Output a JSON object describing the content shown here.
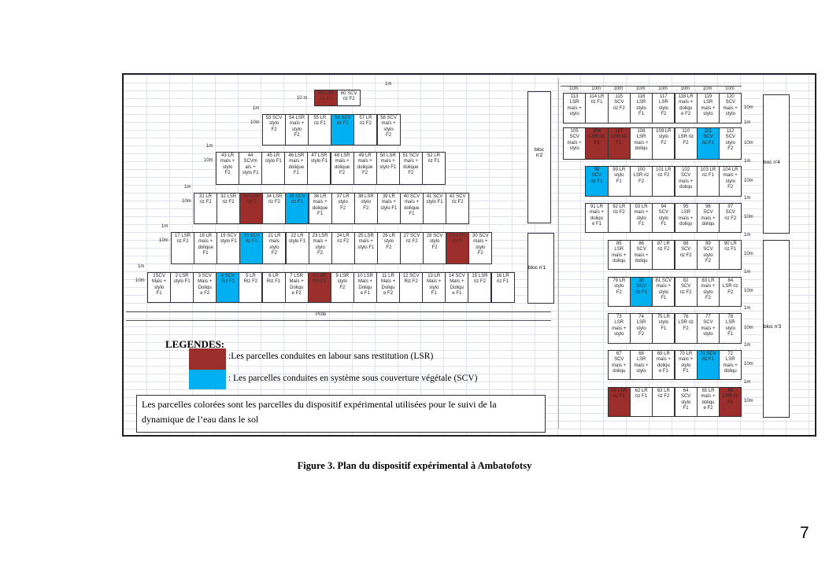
{
  "colors": {
    "lsr": "#9b2d2b",
    "scv": "#00b0f0"
  },
  "left": {
    "rows": [
      {
        "label": "10 m",
        "gap": "1m",
        "cells": [
          [
            "59 LSR\nriz F1",
            "lsr"
          ],
          [
            "60 SCV\nriz F2",
            ""
          ]
        ]
      },
      {
        "label": "10m",
        "gap": "1m",
        "cells": [
          [
            "53 SCV\nstylo\nF2",
            ""
          ],
          [
            "54 LSR\nmaïs +\nstylo\nF2",
            ""
          ],
          [
            "55 LR\nriz F1",
            ""
          ],
          [
            "56 SCV\nriz F1",
            "scv"
          ],
          [
            "57 LR\nriz F2",
            ""
          ],
          [
            "58 SCV\nmaïs +\nstylo\nF2",
            ""
          ]
        ]
      },
      {
        "label": "10m",
        "gap": "1m",
        "cells": [
          [
            "43 LR\nmaïs +\nstylo\nF2",
            ""
          ],
          [
            "44\nSCVm\naïs +\nstylo F1",
            ""
          ],
          [
            "45 LR\nstylo F1",
            ""
          ],
          [
            "46 LSR\nmaïs +\ndolique\nF1",
            ""
          ],
          [
            "47 LSR\nstylo F1",
            ""
          ],
          [
            "48 LSR\nmaïs +\ndolique\nF2",
            ""
          ],
          [
            "49 LR\nmaïs +\ndolique\nF2",
            ""
          ],
          [
            "50 LSR\nmaïs +\nstylo F1",
            ""
          ],
          [
            "51 SCV\nmaïs +\ndolique\nF2",
            ""
          ],
          [
            "52 LR\nriz F1",
            ""
          ]
        ]
      },
      {
        "label": "10m",
        "gap": "1m",
        "cells": [
          [
            "31 LR\nriz F2",
            ""
          ],
          [
            "32 LSR\nriz F2",
            ""
          ],
          [
            "33 LSR\nrizF1",
            "lsr"
          ],
          [
            "34 LSR\nriz F2",
            ""
          ],
          [
            "35 SCV\nriz F1",
            "scv"
          ],
          [
            "36 LR\nmaïs +\ndolique\nF1",
            ""
          ],
          [
            "37 LR\nstylo\nF2",
            ""
          ],
          [
            "38 LSR\nstylo\nF2",
            ""
          ],
          [
            "39 LR\nmaïs +\nstylo F1",
            ""
          ],
          [
            "40 SCV\nmaïs +\ndolique\nF1",
            ""
          ],
          [
            "41 SCV\nstylo F1",
            ""
          ],
          [
            "42 SCV\nriz F2",
            ""
          ]
        ]
      },
      {
        "label": "10m",
        "gap": "1m",
        "cells": [
          [
            "17 LSR\nriz F2",
            ""
          ],
          [
            "18 LR\nmaïs +\ndolique\nF1",
            ""
          ],
          [
            "19 SCV\nstylo F1",
            ""
          ],
          [
            "20 SCV\nriz F1",
            "scv"
          ],
          [
            "21 LR\nmaïs\nstylo\nF2",
            ""
          ],
          [
            "22 LR\nstylo F1",
            ""
          ],
          [
            "23 LSR\nmaïs +\nstylo\nF2",
            ""
          ],
          [
            "24 LR\nriz F2",
            ""
          ],
          [
            "25 LSR\nmaïs +\nstylo F1",
            ""
          ],
          [
            "26 LR\nstylo\nF2",
            ""
          ],
          [
            "27 SCV\nriz F2",
            ""
          ],
          [
            "28 SCV\nstylo\nF2",
            ""
          ],
          [
            "29 LSR\nrizF1",
            "lsr"
          ],
          [
            "30 SCV\nmaïs +\nstylo\nF2",
            ""
          ]
        ]
      },
      {
        "label": "10m",
        "gap": "1m",
        "cells": [
          [
            "1SCV\nMaïs +\nstylo\nF1",
            ""
          ],
          [
            "2 LSR\nstylo F1",
            ""
          ],
          [
            "3 SCV\nMaïs +\nDoliqu\ne F2",
            ""
          ],
          [
            "4 SCV\nRiz F1",
            "scv"
          ],
          [
            "5 LR\nRiz F2",
            ""
          ],
          [
            "6 LR\nRiz F1",
            ""
          ],
          [
            "7 LSR\nMaïs +\nDoliqu\ne F2",
            ""
          ],
          [
            "8 LSR\nRiz F1",
            "lsr"
          ],
          [
            "9 LSR\nstylo\nF2",
            ""
          ],
          [
            "10 LSR\nMaïs +\nDoliqu\ne F1",
            ""
          ],
          [
            "11 LR\nMaïs +\nDoliqu\ne F2",
            ""
          ],
          [
            "12 SCV\nRiz F2",
            ""
          ],
          [
            "13 LR\nMaïs +\nstylo\nF1",
            ""
          ],
          [
            "14 SCV\nMaïs +\nDoliqu\ne F1",
            ""
          ],
          [
            "15 LSR\nriz F2",
            ""
          ],
          [
            "16 LR\nriz F1",
            ""
          ]
        ]
      }
    ],
    "bloc2": "bloc\nn'2",
    "bloc1": "bloc n'1",
    "piste": "Piste"
  },
  "right": {
    "header": [
      "10m",
      "10m",
      "10m",
      "10m",
      "10m",
      "10m",
      "10m",
      "10m"
    ],
    "row_label": "10m",
    "gap": "1m",
    "bloc4": "boc n'4",
    "bloc3": "bloc n'3",
    "rows": [
      {
        "start": 0,
        "cells": [
          [
            "113\nLSR\nmaïs +\nstylo",
            ""
          ],
          [
            "114 LR\nriz F1",
            ""
          ],
          [
            "115\nSCV\nriz F2",
            ""
          ],
          [
            "116\nLSR\nstylo\nF1",
            ""
          ],
          [
            "117\nLSR\nstylo\nF2",
            ""
          ],
          [
            "118 LR\nmaïs +\ndoliqu\ne F2",
            ""
          ],
          [
            "119\nLSR\nmaïs +\nstylo",
            ""
          ],
          [
            "120\nSCV\nmaïs +\nstylo",
            ""
          ]
        ]
      },
      {
        "start": 0,
        "cells": [
          [
            "105\nSCV\nmaïs +\nstylo",
            ""
          ],
          [
            "106\nLSR riz\nF1",
            "lsr"
          ],
          [
            "107\nLSR riz\nF1",
            "lsr"
          ],
          [
            "108\nLSR\nmaïs +\ndoliqu",
            ""
          ],
          [
            "109 LR\nstylo\nF2",
            ""
          ],
          [
            "110\nLSR riz\nF2",
            ""
          ],
          [
            "111\nSCV\nriz F1",
            "scv"
          ],
          [
            "112\nSCV\nstylo\nF2",
            ""
          ]
        ]
      },
      {
        "start": 1,
        "cells": [
          [
            "98\nSCV\nriz F1",
            "scv"
          ],
          [
            "99 LR\nstylo\nF1",
            ""
          ],
          [
            "100\nLSR riz\nF2",
            ""
          ],
          [
            "101 LR\nriz F2",
            ""
          ],
          [
            "102\nSCV\nmaïs +\ndoliqu",
            ""
          ],
          [
            "103 LR\nriz F1",
            ""
          ],
          [
            "104 LR\nmaïs +\nstylo\nF2",
            ""
          ]
        ]
      },
      {
        "start": 1,
        "cells": [
          [
            "91 LR\nmaïs +\ndoliqu\ne F1",
            ""
          ],
          [
            "92 LR\nriz F2",
            ""
          ],
          [
            "93 LR\nmaïs +\nstylo\nF1",
            ""
          ],
          [
            "94\nSCV\nstylo\nF1",
            ""
          ],
          [
            "95\nLSR\nmaïs +\ndoliqu",
            ""
          ],
          [
            "96\nSCV\nmaïs +\ndoliqu",
            ""
          ],
          [
            "97\nSCV\nriz F2",
            ""
          ]
        ]
      },
      {
        "start": 2,
        "cells": [
          [
            "85\nLSR\nmaïs +\ndoliqu",
            ""
          ],
          [
            "86\nSCV\nmaïs +\ndoliqu",
            ""
          ],
          [
            "87 LR\nriz F2",
            ""
          ],
          [
            "88\nSCV\nriz F2",
            ""
          ],
          [
            "89\nSCV\nstylo\nF2",
            ""
          ],
          [
            "90 LR\nriz F1",
            ""
          ]
        ]
      },
      {
        "start": 2,
        "cells": [
          [
            "79 LR\nstylo\nF2",
            ""
          ],
          [
            "80\nSCV\nriz F1",
            "scv"
          ],
          [
            "81 SCV\nmaïs +\nstylo\nF1",
            ""
          ],
          [
            "82\nSCV\nriz F2",
            ""
          ],
          [
            "83 LR\nmaïs +\nstylo\nF2",
            ""
          ],
          [
            "84\nLSR riz\nF2",
            ""
          ]
        ]
      },
      {
        "start": 2,
        "cells": [
          [
            "73\nLSR\nmaïs +\nstylo",
            ""
          ],
          [
            "74\nLSR\nstylo\nF2",
            ""
          ],
          [
            "75 LR\nstylo\nF1",
            ""
          ],
          [
            "76\nLSR riz\nF2",
            ""
          ],
          [
            "77\nSCV\nmaïs +\nstylo",
            ""
          ],
          [
            "78\nLSR\nstylo\nF1",
            ""
          ]
        ]
      },
      {
        "start": 2,
        "cells": [
          [
            "67\nSCV\nmaïs +\ndoliqu",
            ""
          ],
          [
            "68\nLSR\nmaïs +\nstylo",
            ""
          ],
          [
            "69 LR\nmaïs +\ndoliqu\ne F1",
            ""
          ],
          [
            "70 LR\nmaïs +\nstylo\nF1",
            ""
          ],
          [
            "71 SCV\nriz F1",
            "scv"
          ],
          [
            "72\nLSR\nmaïs +\ndoliqu",
            ""
          ]
        ]
      },
      {
        "start": 2,
        "cells": [
          [
            "61 LSR\nriz F1",
            "lsr"
          ],
          [
            "62 LR\nriz F1",
            ""
          ],
          [
            "63 LR\nriz F2",
            ""
          ],
          [
            "64\nSCV\nstylo\nF1",
            ""
          ],
          [
            "65 LR\nmaïs +\ndoliqu\ne F2",
            ""
          ],
          [
            "66\nLSR riz\nF1",
            "lsr"
          ]
        ]
      }
    ]
  },
  "legend": {
    "title": "LEGENDES:",
    "lsr": ":Les parcelles conduites en labour sans restitution (LSR)",
    "scv": ": Les parcelles conduites en système sous couverture végétale (SCV)"
  },
  "note": "Les parcelles colorées sont les parcelles du dispositif expérimental utilisées pour le suivi de la dynamique de l’eau dans le sol",
  "caption": "Figure 3. Plan du dispositif expérimental à Ambatofotsy",
  "page_number": "7"
}
